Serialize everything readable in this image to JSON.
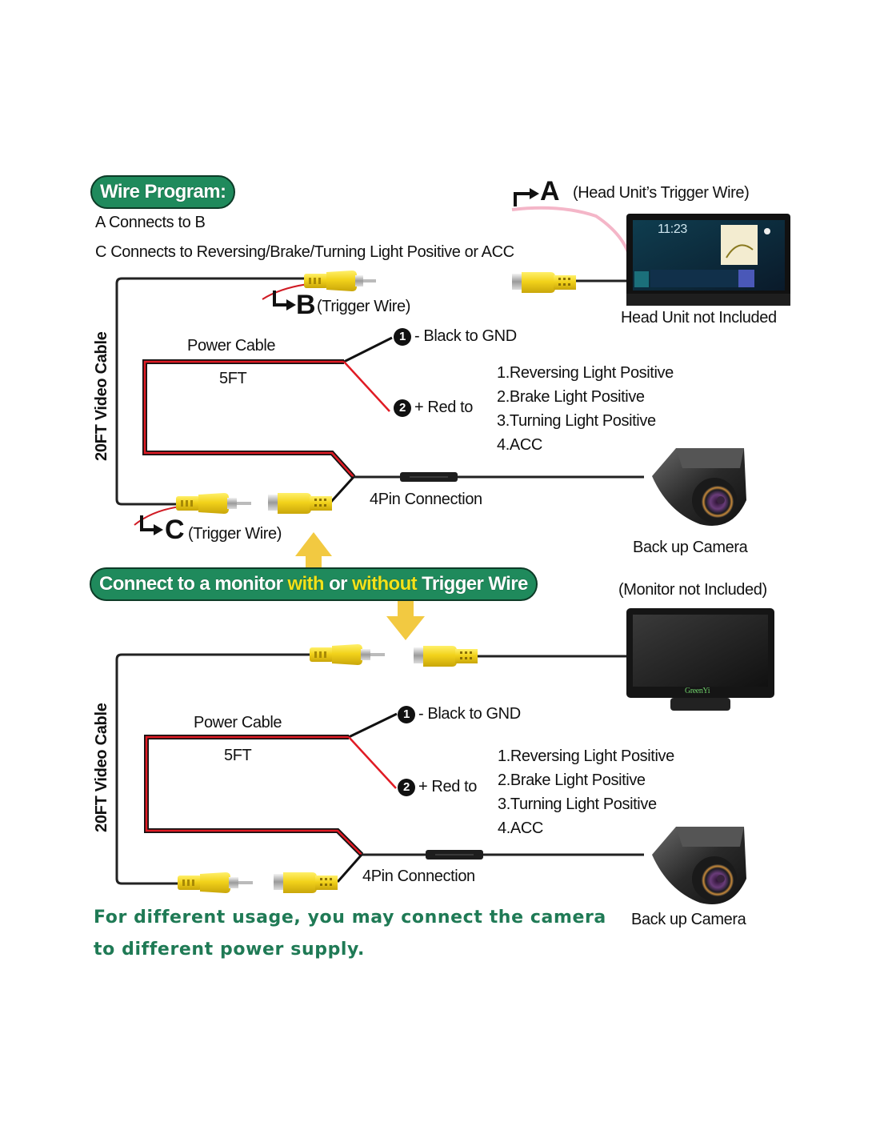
{
  "header": {
    "badge": "Wire Program:",
    "rules": [
      "A Connects to B",
      "C Connects to Reversing/Brake/Turning Light Positive or ACC"
    ]
  },
  "labels": {
    "a_letter": "A",
    "a_desc": "(Head Unit’s Trigger Wire)",
    "b_letter": "B",
    "c_letter": "C",
    "trigger_wire": "(Trigger Wire)",
    "head_unit": "Head Unit not Included",
    "head_unit_clock": "11:23",
    "monitor_not_included": "(Monitor not Included)",
    "monitor_brand": "GreenYi",
    "backup_camera": "Back up Camera"
  },
  "divider": {
    "prefix": "Connect to a monitor ",
    "with": "with",
    "middle": " or ",
    "without": "without",
    "suffix": " Trigger Wire"
  },
  "sections": [
    {
      "video_cable": "20FT Video Cable",
      "power_cable": "Power Cable",
      "power_length": "5FT",
      "black": {
        "num": "1",
        "text": "- Black to GND"
      },
      "red": {
        "num": "2",
        "text": "+ Red to"
      },
      "options": [
        "1.Reversing Light Positive",
        "2.Brake Light Positive",
        "3.Turning Light Positive",
        "4.ACC"
      ],
      "connection": "4Pin Connection"
    },
    {
      "video_cable": "20FT Video Cable",
      "power_cable": "Power Cable",
      "power_length": "5FT",
      "black": {
        "num": "1",
        "text": "- Black to GND"
      },
      "red": {
        "num": "2",
        "text": "+ Red to"
      },
      "options": [
        "1.Reversing Light Positive",
        "2.Brake Light Positive",
        "3.Turning Light Positive",
        "4.ACC"
      ],
      "connection": "4Pin Connection"
    }
  ],
  "footer": {
    "line1": "For different usage, you may connect the camera",
    "line2": "to different power supply."
  },
  "colors": {
    "brand_green": "#1f8a5c",
    "highlight_yellow": "#f2e21a",
    "connector_yellow": "#f2d21b",
    "wire_red": "#e01b24",
    "trigger_pink": "#f4b6c8",
    "note_green": "#1f7a55"
  }
}
